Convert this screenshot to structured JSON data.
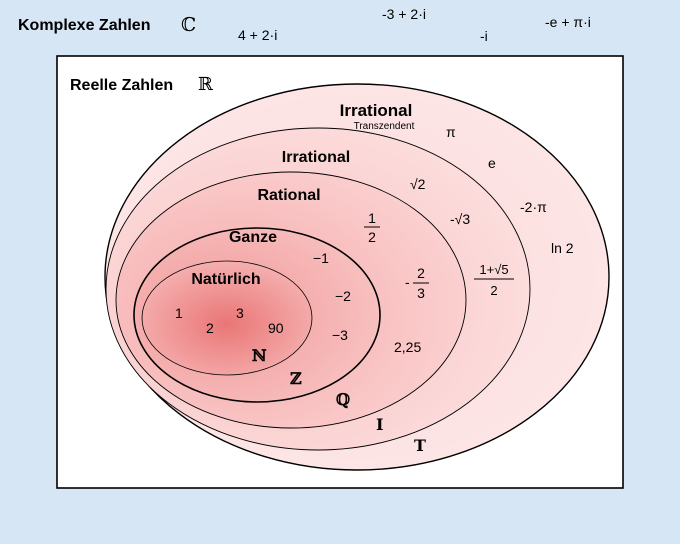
{
  "complex": {
    "title": "Komplexe Zahlen",
    "symbol": "ℂ",
    "examples": [
      "4 + 2·i",
      "-3 + 2·i",
      "-i",
      "-e + π·i"
    ]
  },
  "real": {
    "title": "Reelle Zahlen",
    "symbol": "ℝ"
  },
  "transcendent": {
    "title": "Irrational",
    "subtitle": "Transzendent",
    "symbol": "T",
    "examples": [
      "π",
      "e",
      "-2·π",
      "ln 2"
    ]
  },
  "irrational": {
    "title": "Irrational",
    "symbol": "I",
    "examples": [
      "√2",
      "-√3"
    ],
    "fraction": {
      "num": "1+√5",
      "den": "2"
    }
  },
  "rational": {
    "title": "Rational",
    "symbol": "ℚ",
    "fraction1": {
      "num": "1",
      "den": "2"
    },
    "fraction2": {
      "sign": "-",
      "num": "2",
      "den": "3"
    },
    "examples": [
      "2,25"
    ]
  },
  "integers": {
    "title": "Ganze",
    "symbol": "ℤ",
    "examples": [
      "−1",
      "−2",
      "−3"
    ]
  },
  "natural": {
    "title": "Natürlich",
    "symbol": "ℕ",
    "examples": [
      "1",
      "2",
      "3",
      "90"
    ]
  },
  "colors": {
    "background": "#d6e6f5",
    "real_fill": "#ffffff",
    "transcendent_fill": "#fde4e4",
    "irrational_fill": "#fbd3d3",
    "rational_fill": "#f9c4c4",
    "integer_fill": "#f5a9a9",
    "natural_fill": "#ef8d8d"
  }
}
